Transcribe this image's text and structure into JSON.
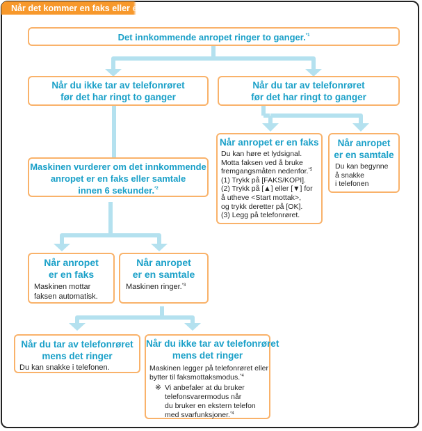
{
  "header": {
    "title": "Når det kommer en faks eller et anrop",
    "accent_color": "#f7982b"
  },
  "colors": {
    "box_border": "#f9b26a",
    "heading_text": "#1aa0c8",
    "arrow": "#b4e1ef"
  },
  "nodes": {
    "start": {
      "text": "Det innkommende anropet ringer to ganger.",
      "note": "*1"
    },
    "not_picked_before": {
      "line1": "Når du ikke tar av telefonrøret",
      "line2": "før det har ringt to ganger"
    },
    "picked_before": {
      "line1": "Når du tar av telefonrøret",
      "line2": "før det har ringt to ganger"
    },
    "picked_fax": {
      "heading": "Når anropet er en faks",
      "lines": [
        "Du kan høre et lydsignal.",
        "Motta faksen ved å bruke",
        "fremgangsmåten nedenfor.",
        "(1) Trykk på [FAKS/KOPI].",
        "(2) Trykk på [▲] eller [▼] for",
        "å utheve <Start mottak>,",
        "og trykk deretter på [OK].",
        "(3) Legg på telefonrøret."
      ],
      "note": "*5"
    },
    "picked_call": {
      "heading_line1": "Når anropet",
      "heading_line2": "er en samtale",
      "lines": [
        "Du kan begynne",
        "å snakke",
        "i telefonen"
      ]
    },
    "machine_judges": {
      "line1": "Maskinen vurderer om det innkommende",
      "line2": "anropet er en faks eller samtale",
      "line3": "innen 6 sekunder.",
      "note": "*2"
    },
    "auto_fax": {
      "heading_line1": "Når anropet",
      "heading_line2": "er en faks",
      "lines": [
        "Maskinen mottar",
        "faksen automatisk."
      ]
    },
    "auto_call": {
      "heading_line1": "Når anropet",
      "heading_line2": "er en samtale",
      "text": "Maskinen ringer.",
      "note": "*3"
    },
    "picked_ringing": {
      "heading_line1": "Når du tar av telefonrøret",
      "heading_line2": "mens det ringer",
      "text": "Du kan snakke i telefonen."
    },
    "not_picked_ringing": {
      "heading_line1": "Når du ikke tar av telefonrøret",
      "heading_line2": "mens det ringer",
      "line1": "Maskinen legger på telefonrøret eller",
      "line2": "bytter til faksmottaksmodus.",
      "note1": "*4",
      "remark_symbol": "※",
      "remark_lines": [
        "Vi anbefaler at du bruker",
        "telefonsvarermodus når",
        "du bruker en ekstern telefon",
        "med svarfunksjoner."
      ],
      "note2": "*4"
    }
  }
}
